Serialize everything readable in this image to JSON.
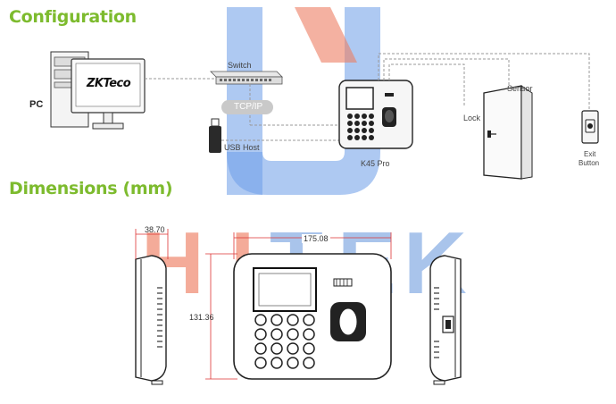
{
  "sections": {
    "configuration": "Configuration",
    "dimensions": "Dimensions (mm)"
  },
  "config": {
    "pc_label": "PC",
    "monitor_logo": "ZKTeco",
    "switch_label": "Switch",
    "tcpip_label": "TCP/IP",
    "usb_label": "USB Host",
    "device_label": "K45 Pro",
    "lock_label": "Lock",
    "sensor_label": "Sensor",
    "exit_button_line1": "Exit",
    "exit_button_line2": "Button"
  },
  "dimensions": {
    "depth": "38.70",
    "width": "175.08",
    "height": "131.36"
  },
  "watermark": {
    "text": "HITEK",
    "letters": [
      "H",
      "I",
      "T",
      "E",
      "K"
    ],
    "colors": {
      "red": "#e8532f",
      "blue": "#2f6fd0"
    }
  },
  "colors": {
    "heading_green": "#7dbb2e",
    "line_gray": "#999999",
    "device_black": "#1a1a1a"
  }
}
